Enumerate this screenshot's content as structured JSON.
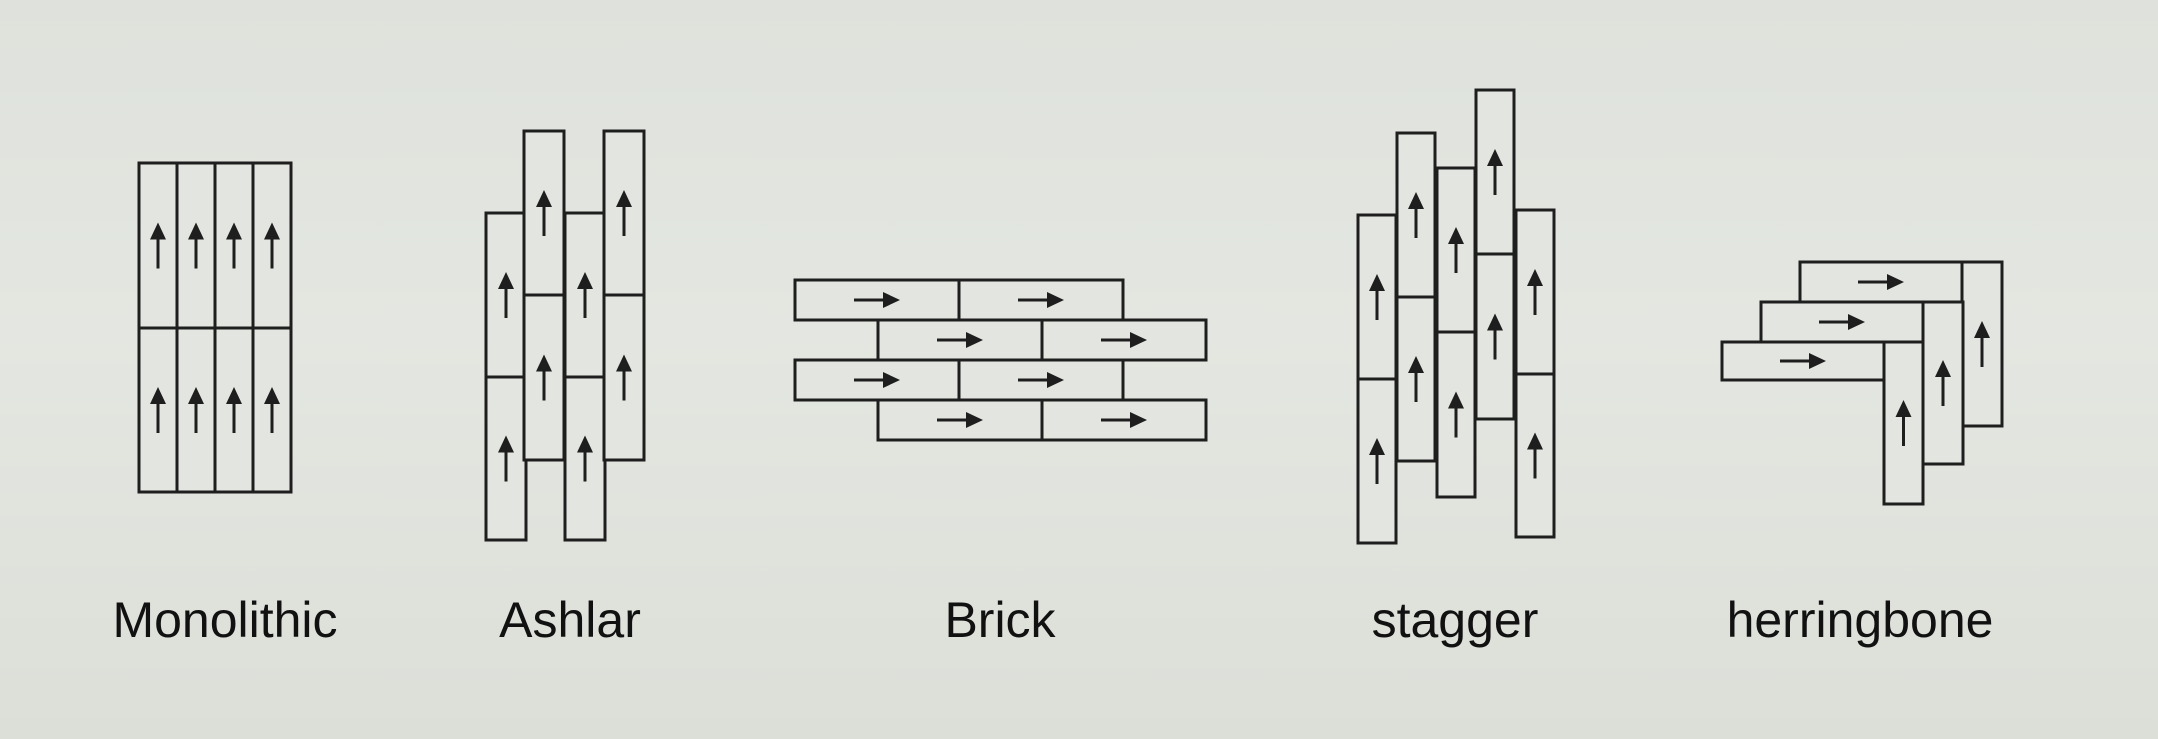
{
  "patterns": [
    {
      "id": "monolithic",
      "label": "Monolithic",
      "tile_direction": "up"
    },
    {
      "id": "ashlar",
      "label": "Ashlar",
      "tile_direction": "up"
    },
    {
      "id": "brick",
      "label": "Brick",
      "tile_direction": "right"
    },
    {
      "id": "stagger",
      "label": "stagger",
      "tile_direction": "up"
    },
    {
      "id": "herringbone",
      "label": "herringbone",
      "tile_direction": "mixed"
    }
  ],
  "colors": {
    "line": "#1e1e1e",
    "paper": "#e3e6e0",
    "text": "#111111"
  }
}
